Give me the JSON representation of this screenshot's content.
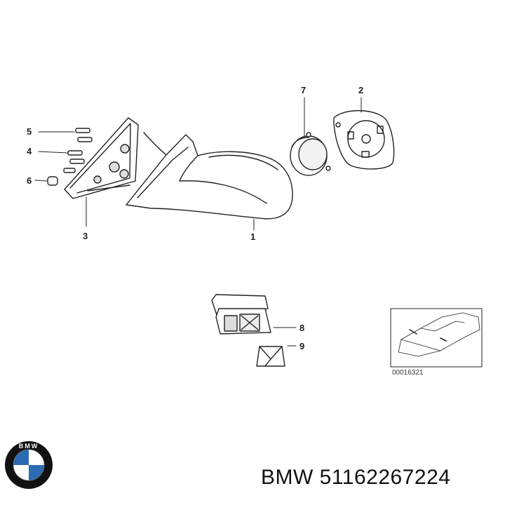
{
  "diagram": {
    "callouts": {
      "c1": "1",
      "c2": "2",
      "c3": "3",
      "c4": "4",
      "c5": "5",
      "c6": "6",
      "c7": "7",
      "c8": "8",
      "c9": "9"
    },
    "inset_ref": "00016321"
  },
  "logo": {
    "text": "BMW",
    "colors": {
      "ring": "#111111",
      "blue": "#2a6bb4",
      "white": "#ffffff"
    }
  },
  "caption": "BMW 51162267224"
}
